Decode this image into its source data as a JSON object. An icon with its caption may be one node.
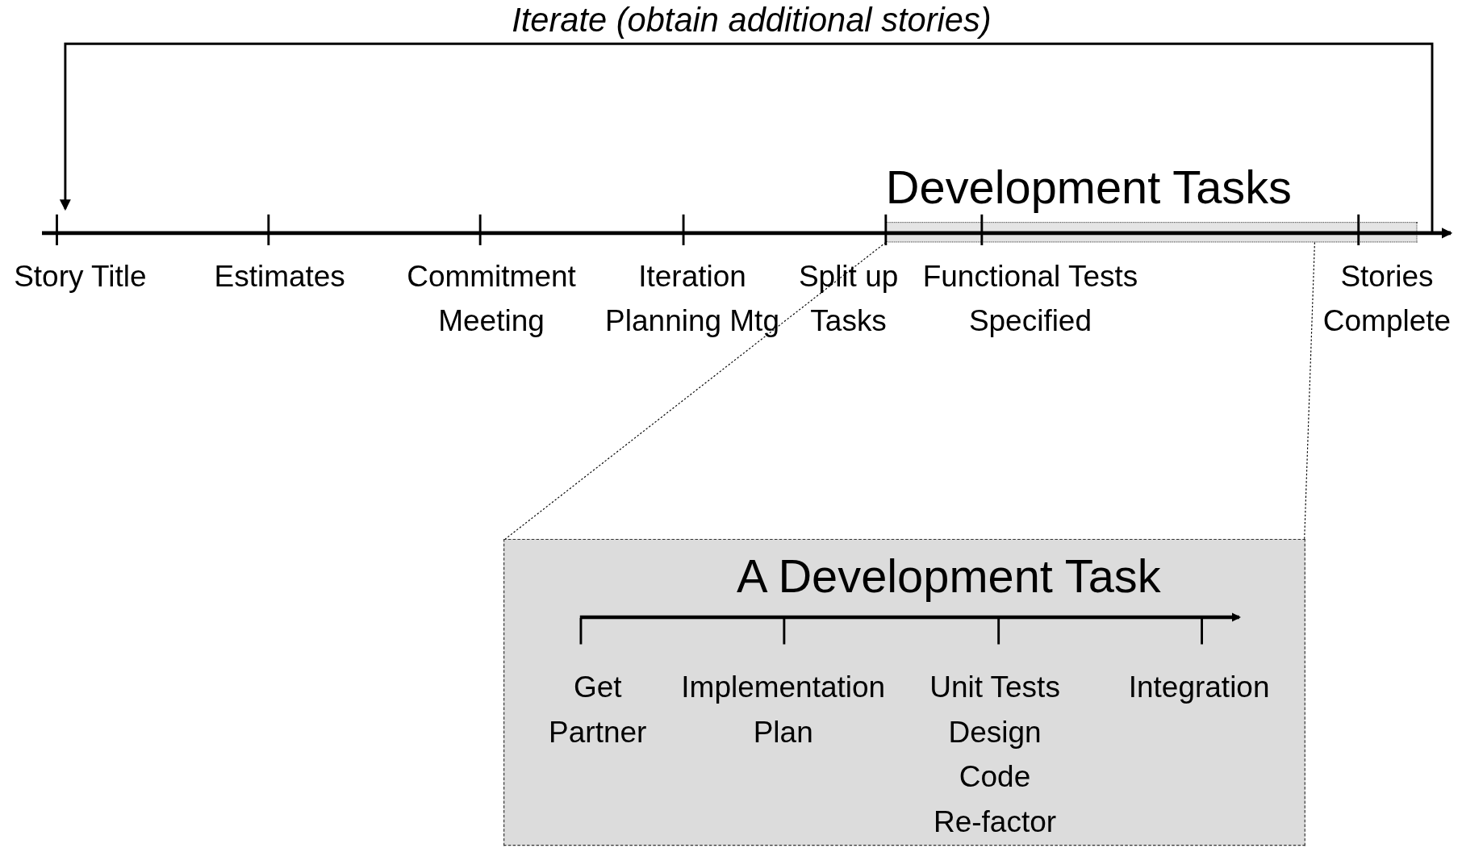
{
  "diagram": {
    "nodes": [
      {
        "text": [
          "Story Title"
        ]
      },
      {
        "text": [
          "Estimates"
        ]
      },
      {
        "text": [
          "Commitment Meeting"
        ]
      },
      {
        "text": [
          "Iteration Planning Mtg"
        ]
      },
      {
        "text": [
          "Development Tasks"
        ]
      },
      {
        "text": [
          "Split up Tasks"
        ]
      },
      {
        "text": [
          "Functional Tests Specified"
        ]
      },
      {
        "text": [
          "Stories Complete"
        ]
      },
      {
        "text": [
          "A Development Task"
        ]
      },
      {
        "text": [
          "Get Partner"
        ],
        "in": 8
      },
      {
        "text": [
          "Implementation Plan"
        ],
        "in": 8
      },
      {
        "text": [
          "Unit Tests",
          "Design",
          "Code",
          "Re-factor"
        ],
        "in": 8
      },
      {
        "text": [
          "Integration"
        ],
        "in": 8
      }
    ],
    "edges": [
      {
        "from": 7,
        "to": 0,
        "arrow": "to",
        "label": "Iterate (obtain additional stories)"
      },
      {
        "from": 4,
        "to": 8,
        "arrow": "none",
        "style": "dashed"
      },
      {
        "from": 4,
        "to": 8,
        "arrow": "none",
        "style": "dashed"
      }
    ]
  }
}
